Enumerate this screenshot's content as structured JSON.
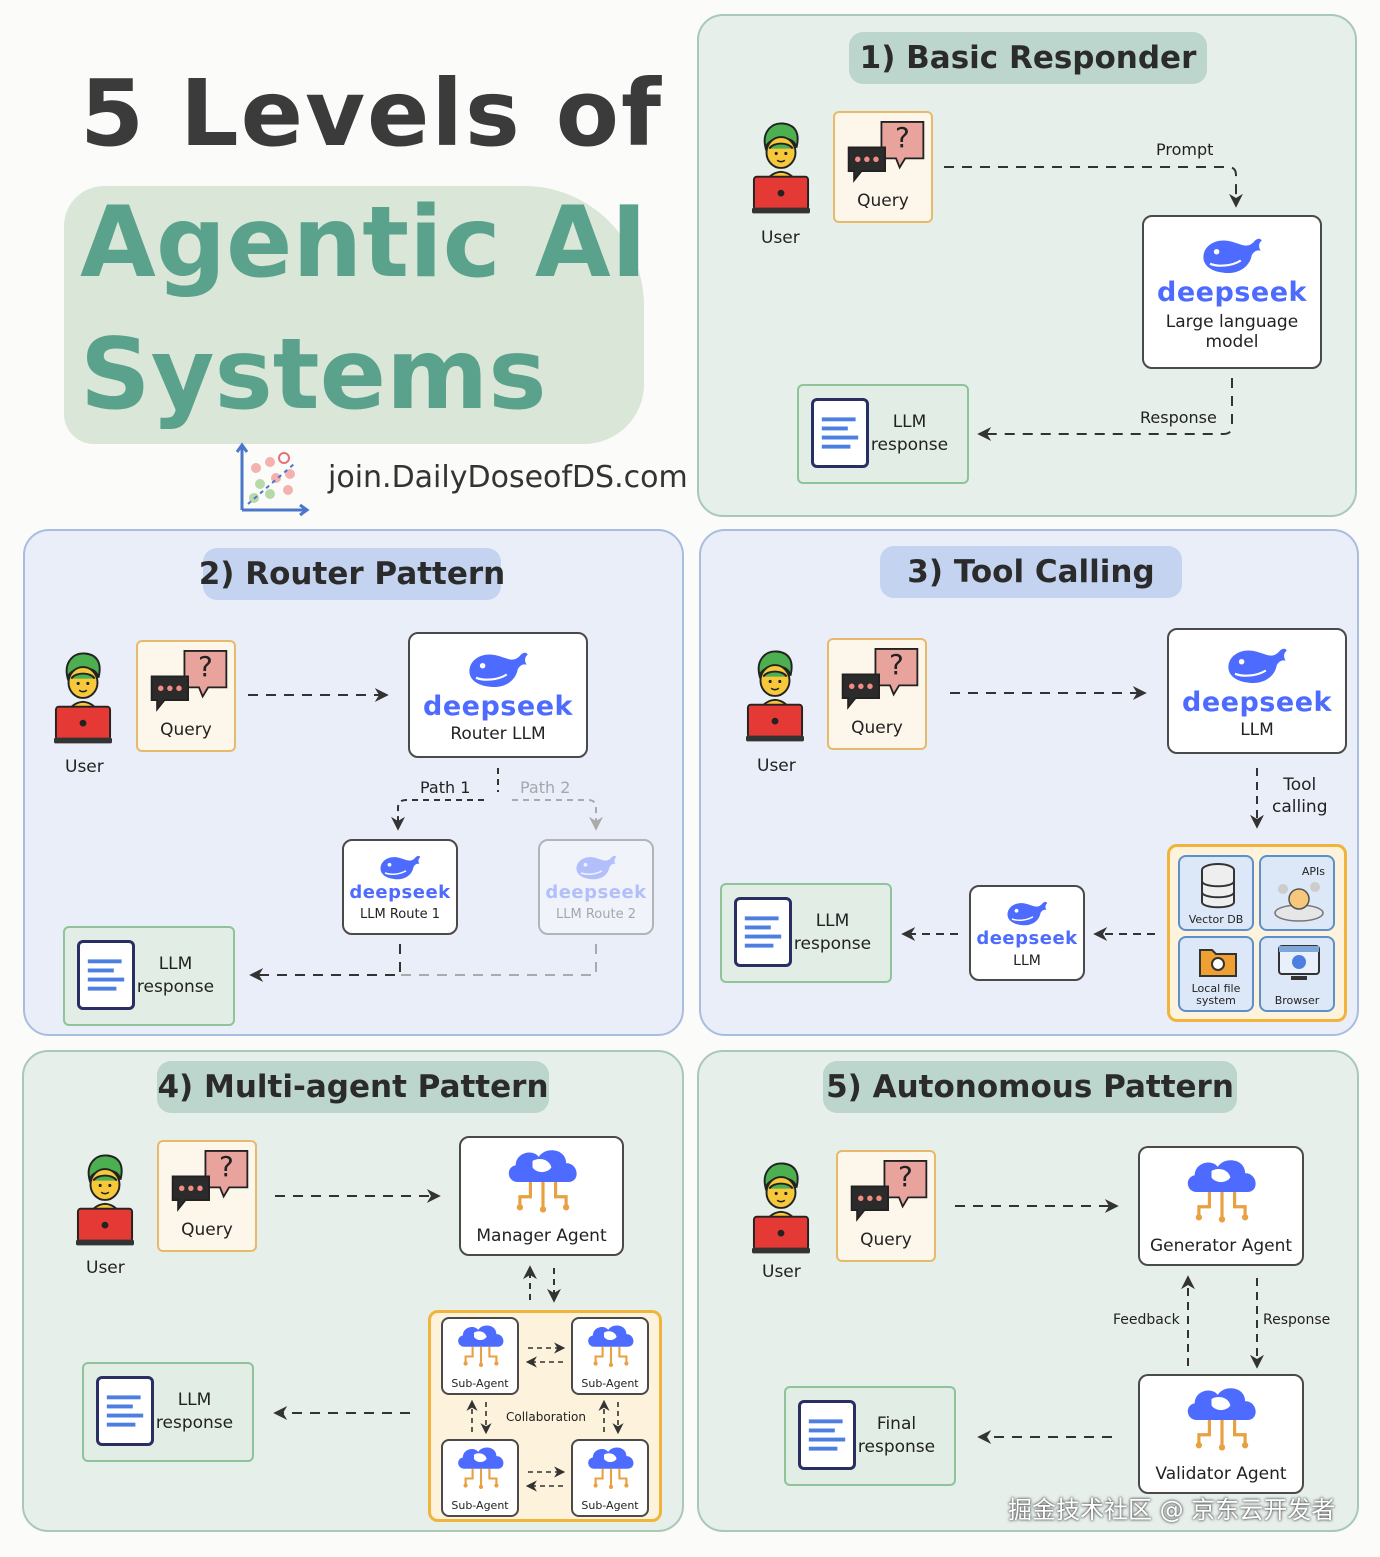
{
  "title": {
    "line1": "5 Levels of",
    "line2": "Agentic AI",
    "line3": "Systems"
  },
  "brand": {
    "site": "join.DailyDoseofDS.com"
  },
  "common": {
    "user": "User",
    "query": "Query",
    "query_mark": "?",
    "deepseek": "deepseek",
    "llm_response_l1": "LLM",
    "llm_response_l2": "response"
  },
  "panel1": {
    "title": "1) Basic Responder",
    "prompt": "Prompt",
    "response": "Response",
    "model_l1": "Large language",
    "model_l2": "model"
  },
  "panel2": {
    "title": "2) Router Pattern",
    "router": "Router LLM",
    "path1": "Path 1",
    "path2": "Path 2",
    "route1": "LLM Route 1",
    "route2": "LLM Route 2"
  },
  "panel3": {
    "title": "3) Tool Calling",
    "llm": "LLM",
    "tool_l1": "Tool",
    "tool_l2": "calling",
    "tools": {
      "vector": "Vector DB",
      "apis": "APIs",
      "local_l1": "Local file",
      "local_l2": "system",
      "browser": "Browser"
    }
  },
  "panel4": {
    "title": "4) Multi-agent Pattern",
    "manager": "Manager Agent",
    "sub": "Sub-Agent",
    "collab": "Collaboration"
  },
  "panel5": {
    "title": "5) Autonomous Pattern",
    "generator": "Generator Agent",
    "validator": "Validator Agent",
    "feedback": "Feedback",
    "response": "Response",
    "final_l1": "Final",
    "final_l2": "response"
  },
  "footer": {
    "watermark": "掘金技术社区 @ 京东云开发者"
  }
}
